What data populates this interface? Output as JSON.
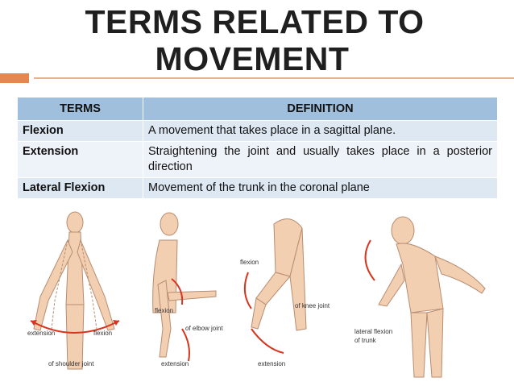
{
  "title": {
    "line1": "TERMS RELATED TO",
    "line2": "MOVEMENT"
  },
  "table": {
    "headers": [
      "TERMS",
      "DEFINITION"
    ],
    "rows": [
      {
        "term": "Flexion",
        "definition": "A movement that takes place in a sagittal plane."
      },
      {
        "term": "Extension",
        "definition": "Straightening the joint and usually takes place in a posterior direction"
      },
      {
        "term": "Lateral Flexion",
        "definition": "Movement of the trunk in the coronal plane"
      }
    ]
  },
  "figures": {
    "shoulder": {
      "extension": "extension",
      "flexion": "flexion",
      "caption": "of shoulder joint"
    },
    "elbow": {
      "flexion": "flexion",
      "caption": "of elbow joint",
      "extension": "extension"
    },
    "knee": {
      "flexion": "flexion",
      "caption": "of knee joint",
      "extension": "extension"
    },
    "trunk": {
      "caption_line1": "lateral flexion",
      "caption_line2": "of trunk"
    }
  },
  "colors": {
    "accent": "#e5874f",
    "header": "#9fbfdc",
    "row": "#dde8f3",
    "skin": "#f3cfb2",
    "arrow": "#d9341e"
  }
}
